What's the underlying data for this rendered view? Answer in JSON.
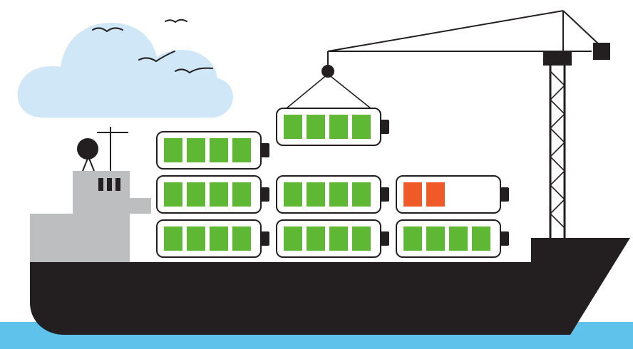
{
  "colors": {
    "background": "#ffffff",
    "cloud": "#cfe7f6",
    "water": "#5ec2ea",
    "hull": "#231f20",
    "cabin": "#bcbec0",
    "outline": "#231f20",
    "cell_charged": "#5fb833",
    "cell_low": "#f05a28"
  },
  "batteries": [
    {
      "id": "battery-hoisted",
      "cells": 4,
      "state": "charged"
    },
    {
      "id": "battery-top-left",
      "cells": 4,
      "state": "charged"
    },
    {
      "id": "battery-mid-left",
      "cells": 4,
      "state": "charged"
    },
    {
      "id": "battery-mid-center",
      "cells": 4,
      "state": "charged"
    },
    {
      "id": "battery-mid-right",
      "cells": 2,
      "state": "low"
    },
    {
      "id": "battery-bottom-left",
      "cells": 4,
      "state": "charged"
    },
    {
      "id": "battery-bottom-center",
      "cells": 4,
      "state": "charged"
    },
    {
      "id": "battery-bottom-right",
      "cells": 4,
      "state": "charged"
    }
  ],
  "icons": [
    "cloud",
    "bird",
    "ship-hull",
    "ship-cabin",
    "radar-dish",
    "antenna",
    "crane",
    "hook",
    "battery"
  ]
}
